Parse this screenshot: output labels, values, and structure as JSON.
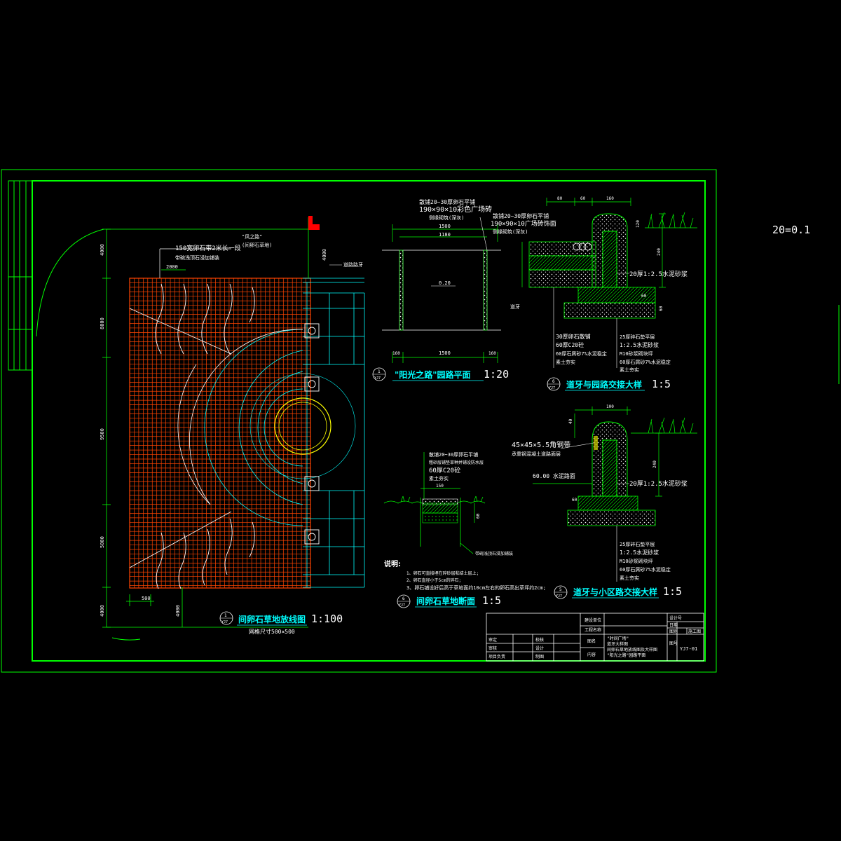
{
  "scale_note": "20=0.1",
  "main_plan": {
    "title": "间卵石草地放线图",
    "scale": "1:100",
    "index_no": "1",
    "index_ref": "YJ7",
    "grid_note": "网格尺寸500×500",
    "top_note_1": "150宽卵石带2米长一段",
    "top_note_2": "带碗浅顶石浸加铺装",
    "top_note_3": "\"风之路\"",
    "top_note_4": "(间卵石草地)",
    "dim_2000": "2000",
    "dim_500": "500",
    "dim_4000_a": "4000",
    "dim_4000_b": "4000",
    "dim_4000_c": "4000",
    "dim_4000_d": "4000",
    "dim_8000": "8000",
    "dim_9500": "9500",
    "dim_5000": "5000",
    "right_note": "道路路牙",
    "marker": "L"
  },
  "path_plan": {
    "title": "\"阳光之路\"园路平面",
    "scale": "1:20",
    "index_no": "1",
    "index_ref": "YJ7",
    "note_1": "散铺20~30厚卵石平铺",
    "note_2": "190×90×10彩色广场砖",
    "note_3": "侧缘砌筑(深灰)",
    "dim_1500_top": "1500",
    "dim_1180": "1180",
    "dim_160_l": "160",
    "dim_160_r": "160",
    "dim_1500_bot": "1500",
    "slope": "0.20",
    "side_label": "道牙"
  },
  "section_curb_path": {
    "title": "道牙与园路交接大样",
    "scale": "1:5",
    "index_no": "6",
    "index_ref": "YJ7",
    "note_1": "散铺20~30厚卵石平铺",
    "note_2": "190×90×10广场砖饰面",
    "note_3": "侧缘砌筑(深灰)",
    "dim_80": "80",
    "dim_60": "60",
    "dim_160": "160",
    "dim_120": "120",
    "dim_240": "240",
    "dim_60_b": "60",
    "dim_60_c": "60",
    "mortar_note": "20厚1:2.5水泥砂浆",
    "layers_left": [
      "30厚卵石散铺",
      "60厚C20砼",
      "60厚石屑砂7%水泥稳定",
      "素土夯实"
    ],
    "layers_right": [
      "25厚碎石垫平层",
      "1:2.5水泥砂浆",
      "M10砂浆砌块坪",
      "60厚石屑砂7%水泥稳定",
      "素土夯实"
    ]
  },
  "section_curb_lane": {
    "title": "道牙与小区路交接大样",
    "scale": "1:5",
    "index_no": "5",
    "index_ref": "YJ7",
    "note_1": "45×45×5.5角钢带",
    "note_2": "承重钢混凝土道路面层",
    "road_note": "60.00 水泥路面",
    "dim_100": "100",
    "dim_60": "60",
    "dim_240": "240",
    "dim_40": "40",
    "mortar_note": "20厚1:2.5水泥砂浆",
    "layers": [
      "25厚碎石垫平层",
      "1:2.5水泥砂浆",
      "M10砂浆砌块坪",
      "60厚石屑砂7%水泥稳定",
      "素土夯实"
    ]
  },
  "section_pebble": {
    "title": "间卵石草地断面",
    "scale": "1:5",
    "index_no": "6",
    "index_ref": "YJ7",
    "note_1": "散铺20~30厚卵石平铺",
    "note_2": "粗砂层铺垫草种并铺设防水层",
    "note_3": "60厚C20砼",
    "note_4": "素土夯实",
    "dim_150": "150",
    "dim_60": "60",
    "bottom_note": "带碗浅顶石浸加铺装"
  },
  "notes": {
    "heading": "说明:",
    "items": [
      "1、卵石可直接埋在碎砂层粘结土层上;",
      "2、卵石直径小于5cm的碎石;",
      "3、卵石铺设好后高于草地面约10cm左右的卵石高出草坪约2cm;"
    ]
  },
  "title_block": {
    "project_name": "建设单位",
    "project_label": "工程名称",
    "drawing_title_1": "\"时间广场\"",
    "drawing_title_2": "道牙大样图",
    "drawing_title_3": "间卵石草地放线图及大样图",
    "drawing_title_4": "\"阳光之路\"园路平面",
    "row_labels": [
      "审定",
      "审核",
      "项目负责",
      "校核",
      "设计",
      "制图"
    ],
    "field_labels": [
      "图名",
      "内容"
    ],
    "right_labels": [
      "设计号",
      "日期",
      "图别",
      "施工图",
      "图号"
    ],
    "drawing_no": "YJ7-01"
  },
  "colors": {
    "frame": "#00ff00",
    "dimension": "#00ffff",
    "grid": "#ff4400",
    "text_yellow": "#ffff00",
    "text_white": "#ffffff",
    "text_green": "#00ff00",
    "hatch": "#ff00ff"
  }
}
